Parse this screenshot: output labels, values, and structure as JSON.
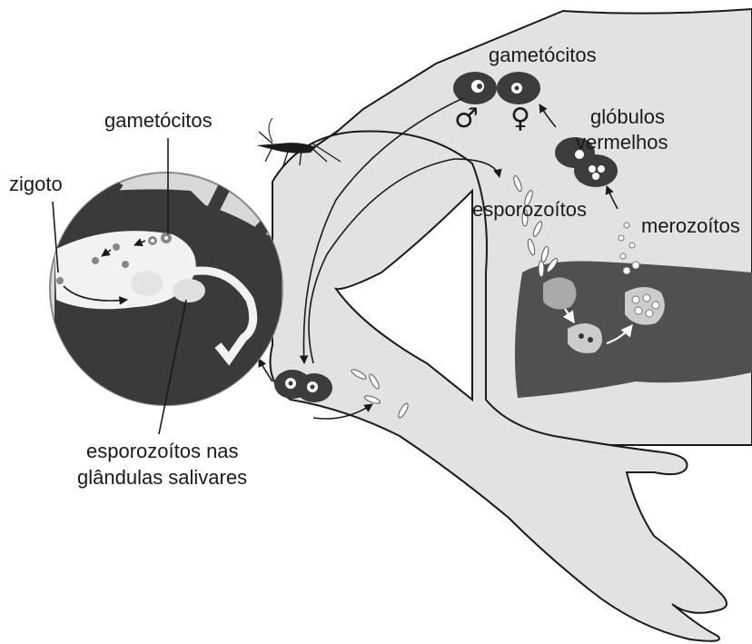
{
  "labels": {
    "gametocytes_top": "gametócitos",
    "male_symbol": "♂",
    "female_symbol": "♀",
    "red_cells": "glóbulos\nvermelhos",
    "red_cells_line1": "glóbulos",
    "red_cells_line2": "vermelhos",
    "sporozoites": "esporozoítos",
    "merozoites": "merozoítos",
    "gametocytes_left": "gametócitos",
    "zygote": "zigoto",
    "salivary_line1": "esporozoítos nas",
    "salivary_line2": "glândulas salivares"
  },
  "colors": {
    "body": "#e2e2e2",
    "outline": "#1a1a1a",
    "liver": "#505050",
    "cell_dark": "#3c3c3c",
    "lens": "#d8d8d8"
  }
}
